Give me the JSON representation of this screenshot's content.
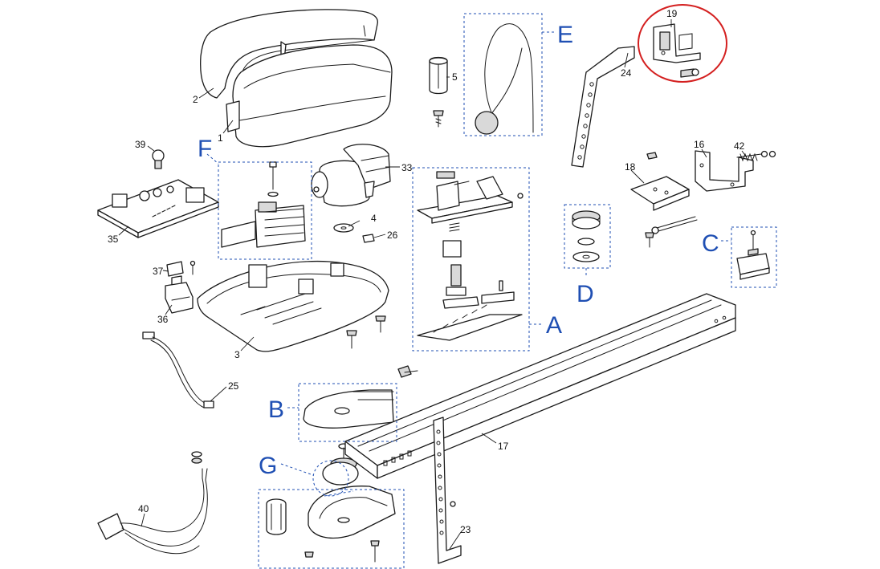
{
  "part_numbers": {
    "p1": "1",
    "p2": "2",
    "p3": "3",
    "p4": "4",
    "p5": "5",
    "p16": "16",
    "p17": "17",
    "p18": "18",
    "p19": "19",
    "p23": "23",
    "p24": "24",
    "p25": "25",
    "p26": "26",
    "p33": "33",
    "p35": "35",
    "p36": "36",
    "p37": "37",
    "p39": "39",
    "p40": "40",
    "p42": "42"
  },
  "group_labels": {
    "A": "A",
    "B": "B",
    "C": "C",
    "D": "D",
    "E": "E",
    "F": "F",
    "G": "G"
  },
  "colors": {
    "group_label": "#1f4fb3",
    "highlight_circle": "#d42020",
    "line_art": "#1a1a1a"
  }
}
